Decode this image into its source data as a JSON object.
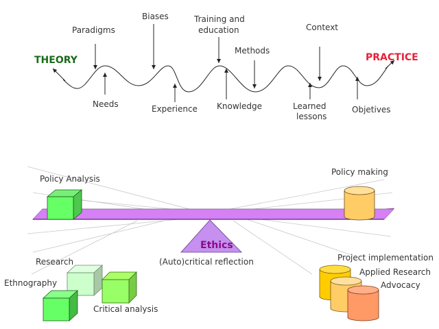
{
  "top": {
    "theory_label": "THEORY",
    "practice_label": "PRACTICE",
    "theory_color": "#1a6b1a",
    "practice_color": "#e8203a",
    "above": [
      {
        "id": "paradigms",
        "label": "Paradigms"
      },
      {
        "id": "biases",
        "label": "Biases"
      },
      {
        "id": "training",
        "label": "Training and",
        "label2": "education"
      },
      {
        "id": "methods",
        "label": "Methods"
      },
      {
        "id": "context",
        "label": "Context"
      }
    ],
    "below": [
      {
        "id": "needs",
        "label": "Needs"
      },
      {
        "id": "experience",
        "label": "Experience"
      },
      {
        "id": "knowledge",
        "label": "Knowledge"
      },
      {
        "id": "learned",
        "label": "Learned",
        "label2": "lessons"
      },
      {
        "id": "objetives",
        "label": "Objetives"
      }
    ]
  },
  "balance": {
    "left_label": "Policy Analysis",
    "right_label": "Policy making",
    "fulcrum_label": "Ethics",
    "fulcrum_sub": "(Auto)critical  reflection",
    "beam_color": "#d580f5",
    "fulcrum_color": "#c590f0",
    "ethics_color": "#8a0a8a",
    "sub_color": "#b04ac0"
  },
  "left_group": {
    "labels": {
      "research": "Research",
      "ethnography": "Ethnography",
      "critical": "Critical analysis"
    }
  },
  "right_group": {
    "labels": {
      "project": "Project implementation",
      "applied": "Applied Research",
      "advocacy": "Advocacy"
    }
  }
}
